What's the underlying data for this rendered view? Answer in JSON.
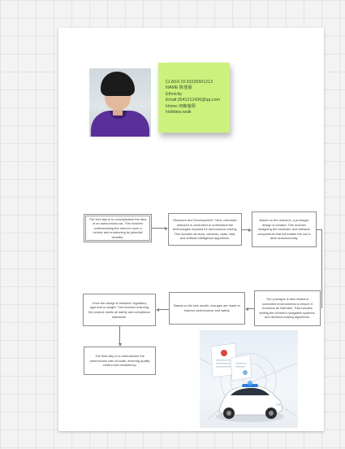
{
  "profile": {
    "lines": [
      "CLASS ID:20226501213",
      "NAME:陈佳豪",
      "Ethnicity",
      "Email:3541212436@qq.com",
      "Home:河南信阳",
      "Hobbies:walk"
    ]
  },
  "flowchart": {
    "step1": "The first step is to conceptualize the idea of an autonomous car. This involves understanding the need for such a vehicle and envisioning its potential benefits.",
    "step2": "Research and Development*: Next, extensive research is conducted to understand the technologies required for autonomous driving. This includes sensors, cameras, radar, lidar, and artificial intelligence algorithms.",
    "step3": "Based on the research, a prototype design is created. This involves designing the hardware and software components that will enable the car to drive autonomously.",
    "step4": "The prototype is then tested in controlled environments to ensure it functions as intended. This includes testing the vehicle's navigation systems, and decision-making algorithms.",
    "step5": "Based on the test results, changes are made to improve performance and safety.",
    "step6": "Once the design is finalized, regulatory approval is sought. This involves ensuring the product meets all safety and compliance standards.",
    "step7": "The final step is to manufacture the autonomous cars at scale, ensuring quality control and consistency."
  },
  "colors": {
    "sticky": "#ccf27e",
    "car_body": "#ffffff",
    "accent_blue": "#2f7fd8"
  }
}
